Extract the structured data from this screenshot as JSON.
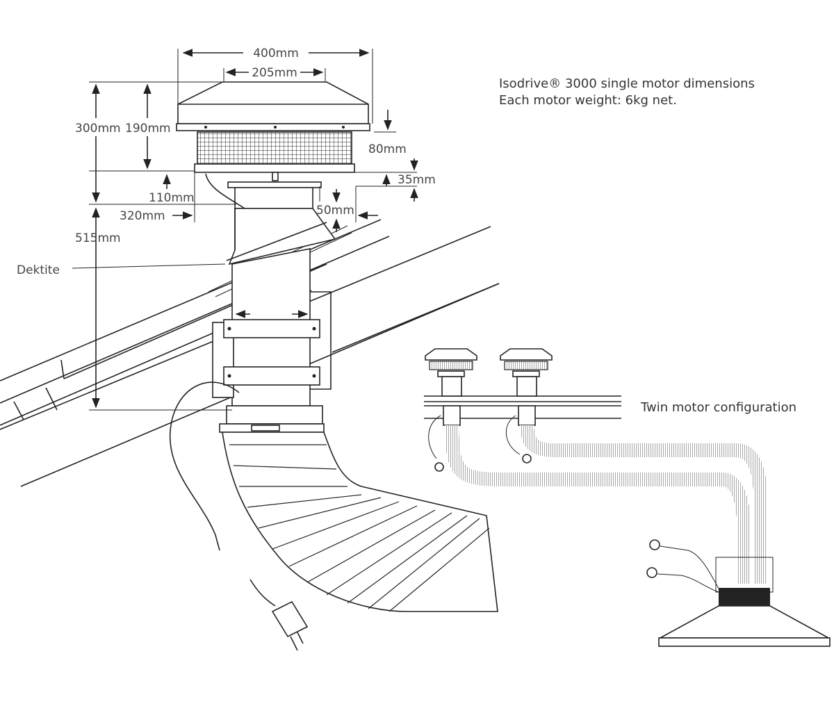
{
  "title": {
    "line1": "Isodrive® 3000 single motor dimensions",
    "line2": "Each motor weight: 6kg net."
  },
  "labels": {
    "dektite": "Dektite",
    "twin": "Twin motor configuration"
  },
  "dimensions": {
    "width_total": "400mm",
    "width_top": "205mm",
    "height_total": "300mm",
    "height_cap": "190mm",
    "cap_skirt": "80mm",
    "flange_h": "35mm",
    "spigot": "110mm",
    "spigot_dia": "320mm",
    "offset": "50mm",
    "duct_len": "515mm"
  }
}
